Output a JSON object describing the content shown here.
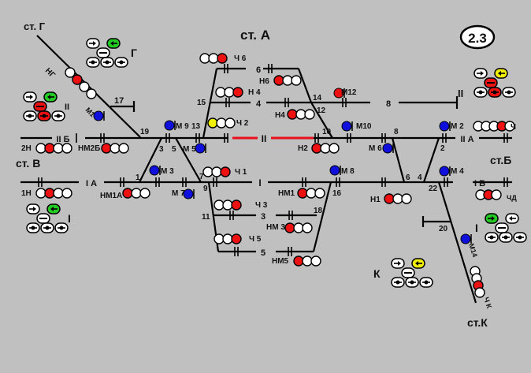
{
  "badge": "2.3",
  "stations": {
    "A": "ст. А",
    "G": "ст. Г",
    "V": "ст. В",
    "B": "ст.Б",
    "K": "ст.К"
  },
  "tracks": {
    "t2": "II",
    "t1": "I",
    "t3": "3",
    "t4": "4",
    "t5": "5",
    "t6": "6",
    "t8": "8",
    "t17": "17",
    "IIB": "II Б",
    "IA": "I А",
    "IIA": "II А",
    "IB": "I Б"
  },
  "switches": [
    "19",
    "13",
    "3",
    "5",
    "1",
    "7",
    "9",
    "15",
    "11",
    "14",
    "12",
    "10",
    "8",
    "6",
    "4",
    "2",
    "16",
    "18",
    "22",
    "20"
  ],
  "signals": {
    "NG": "НГ",
    "M1": "М1",
    "M9": "М 9",
    "M5": "М 5",
    "M3": "М 3",
    "M7": "М 7",
    "N2B": "2Н",
    "NM2B": "НМ2Б",
    "N1": "1Н",
    "NM1A": "НМ1А",
    "CH6": "Ч 6",
    "N6": "Н6",
    "N4sig": "Н 4",
    "H4": "Н4",
    "CH2": "Ч 2",
    "CH1": "Ч 1",
    "CH3": "Ч 3",
    "CH5": "Ч 5",
    "M12": "М12",
    "M10": "М10",
    "H2": "Н2",
    "NM1": "НМ1",
    "NM3": "НМ 3",
    "NM5": "НМ5",
    "M6": "М 6",
    "M8": "М 8",
    "H1": "Н1",
    "M2": "М 2",
    "M4": "М 4",
    "CH": "Ч",
    "CHD": "ЧД",
    "M14": "М14",
    "CHK": "Ч К"
  },
  "block_panels": {
    "G": {
      "label": "Г",
      "accent": "#22cc22"
    },
    "II_left": {
      "label": "II",
      "accent": "#22cc22"
    },
    "I_left": {
      "label": "I",
      "accent": "#22cc22"
    },
    "II_right": {
      "label": "II",
      "accent": "#f0e000"
    },
    "I_right": {
      "label": "I",
      "accent": "#22cc22"
    },
    "K": {
      "label": "К",
      "accent": "#f0e000"
    }
  },
  "colors": {
    "background": "#c0c0c0",
    "occupied_track": "#e8101a",
    "signal_red": "#ee1111",
    "signal_blue": "#1010dd",
    "signal_yellow": "#f0f000",
    "signal_green": "#22cc22"
  }
}
